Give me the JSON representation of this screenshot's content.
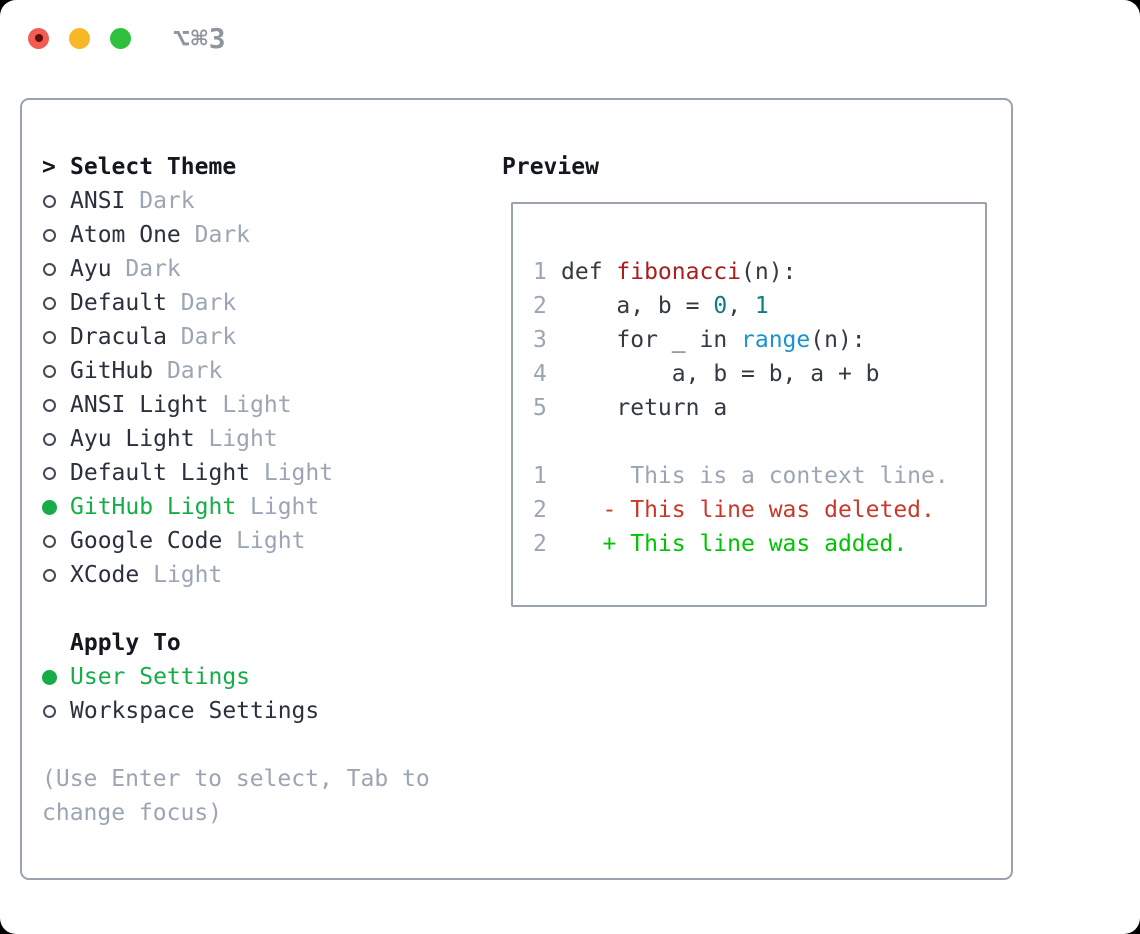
{
  "window": {
    "title": "⌥⌘3",
    "traffic_lights": [
      "close-icon",
      "minimize-icon",
      "zoom-icon"
    ]
  },
  "colors": {
    "selection_green": "#16ad49",
    "added_green": "#00c301",
    "deleted_red": "#c8392b",
    "function_red": "#a7201f",
    "number_teal": "#0b7f7f",
    "builtin_blue": "#1a94d0",
    "text_dark": "#2b313c",
    "muted": "#9ba5b3",
    "border": "#9aa2ad",
    "traffic_red": "#f25c54",
    "traffic_yellow": "#f8b825",
    "traffic_green": "#2fc13e"
  },
  "theme_panel": {
    "prompt": ">",
    "header": "Select Theme",
    "items": [
      {
        "name": "ANSI",
        "variant": "Dark",
        "selected": false
      },
      {
        "name": "Atom One",
        "variant": "Dark",
        "selected": false
      },
      {
        "name": "Ayu",
        "variant": "Dark",
        "selected": false
      },
      {
        "name": "Default",
        "variant": "Dark",
        "selected": false
      },
      {
        "name": "Dracula",
        "variant": "Dark",
        "selected": false
      },
      {
        "name": "GitHub",
        "variant": "Dark",
        "selected": false
      },
      {
        "name": "ANSI Light",
        "variant": "Light",
        "selected": false
      },
      {
        "name": "Ayu Light",
        "variant": "Light",
        "selected": false
      },
      {
        "name": "Default Light",
        "variant": "Light",
        "selected": false
      },
      {
        "name": "GitHub Light",
        "variant": "Light",
        "selected": true
      },
      {
        "name": "Google Code",
        "variant": "Light",
        "selected": false
      },
      {
        "name": "XCode",
        "variant": "Light",
        "selected": false
      }
    ],
    "apply_to": {
      "header": "Apply To",
      "options": [
        {
          "label": "User Settings",
          "selected": true
        },
        {
          "label": "Workspace Settings",
          "selected": false
        }
      ]
    },
    "hint": "(Use Enter to select, Tab to change focus)"
  },
  "preview": {
    "header": "Preview",
    "code_lines": [
      {
        "num": "1",
        "tokens": [
          {
            "text": "def ",
            "style": "plain"
          },
          {
            "text": "fibonacci",
            "style": "func"
          },
          {
            "text": "(n):",
            "style": "plain"
          }
        ]
      },
      {
        "num": "2",
        "tokens": [
          {
            "text": "    a, b = ",
            "style": "plain"
          },
          {
            "text": "0",
            "style": "number"
          },
          {
            "text": ", ",
            "style": "plain"
          },
          {
            "text": "1",
            "style": "number"
          }
        ]
      },
      {
        "num": "3",
        "tokens": [
          {
            "text": "    for _ in ",
            "style": "plain"
          },
          {
            "text": "range",
            "style": "builtin"
          },
          {
            "text": "(n):",
            "style": "plain"
          }
        ]
      },
      {
        "num": "4",
        "tokens": [
          {
            "text": "        a, b = b, a + b",
            "style": "plain"
          }
        ]
      },
      {
        "num": "5",
        "tokens": [
          {
            "text": "    return a",
            "style": "plain"
          }
        ]
      },
      {
        "num": "",
        "tokens": []
      },
      {
        "num": "1",
        "tokens": [
          {
            "text": "     This is a context line.",
            "style": "context"
          }
        ]
      },
      {
        "num": "2",
        "tokens": [
          {
            "text": "   - This line was deleted.",
            "style": "deleted"
          }
        ]
      },
      {
        "num": "2",
        "tokens": [
          {
            "text": "   + This line was added.",
            "style": "added"
          }
        ]
      }
    ]
  }
}
